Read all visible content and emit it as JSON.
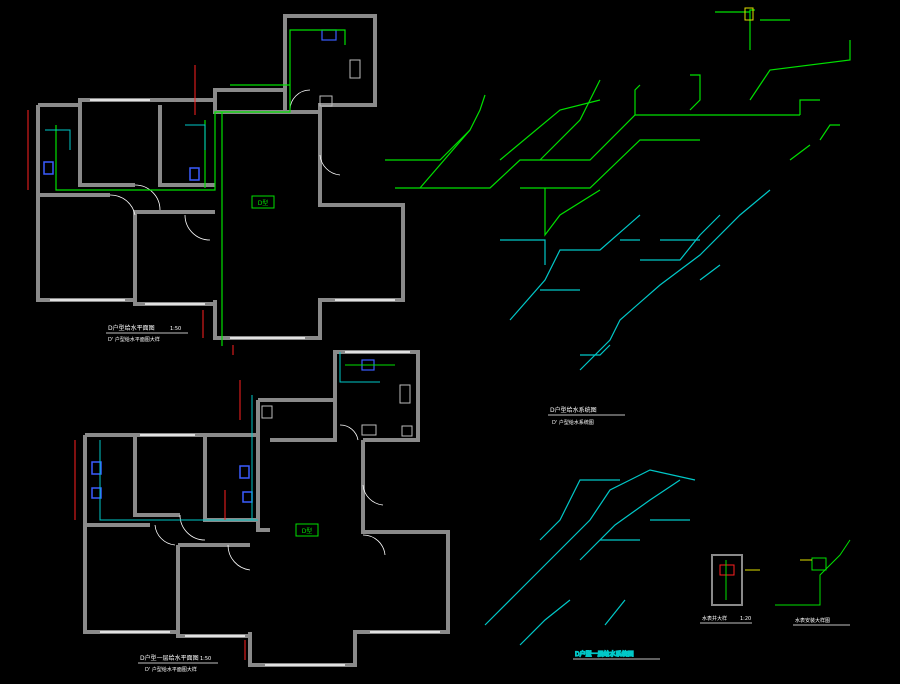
{
  "colors": {
    "background": "#000000",
    "wall": "#7a7a7a",
    "wall_inner": "#9a9a9a",
    "cold_pipe": "#00e000",
    "hot_pipe": "#00c8c8",
    "dim_red": "#ff2020",
    "fixture_blue": "#3a5cff",
    "text_white": "#ffffff",
    "label_yellow": "#e0e000"
  },
  "titles": {
    "plan_top": "D户型给水平面图",
    "plan_top_sub": "D' 户型给水平面图大样",
    "plan_top_scale": "1:50",
    "plan_bottom": "D户型一层给水平面图",
    "plan_bottom_sub": "D' 户型给水平面图大样",
    "plan_bottom_scale": "1:50",
    "axo_top": "D户型给水系统图",
    "axo_top_sub": "D' 户型给水系统图",
    "axo_bottom": "D户型一层给水系统图",
    "detail_1": "水表井大样",
    "detail_1_scale": "1:20",
    "detail_2": "水表安装大样图"
  },
  "marks": {
    "unit_tag_top": "D型",
    "unit_tag_bottom": "D型"
  }
}
